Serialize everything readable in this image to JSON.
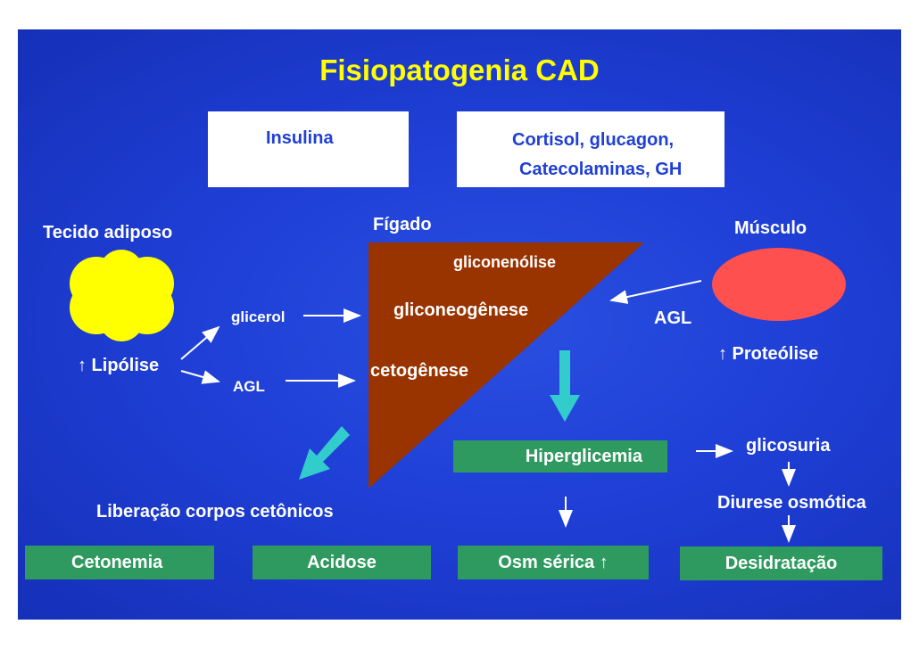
{
  "title": "Fisiopatogenia CAD",
  "hormones": {
    "insulin_label": "Insulina",
    "counter_line1": "Cortisol, glucagon,",
    "counter_line2": "Catecolaminas, GH"
  },
  "organs": {
    "adipose": "Tecido adiposo",
    "liver": "Fígado",
    "muscle": "Músculo"
  },
  "liver_processes": {
    "glycogenolysis": "gliconenólise",
    "gluconeogenesis": "gliconeogênese",
    "ketogenesis": "cetogênese"
  },
  "labels": {
    "glycerol": "glicerol",
    "agl_adipose": "AGL",
    "agl_muscle": "AGL",
    "lipolysis": "↑ Lipólise",
    "proteolysis": "↑ Proteólise",
    "glycosuria": "glicosuria",
    "osmotic_diuresis": "Diurese osmótica",
    "ketone_release": "Liberação corpos cetônicos"
  },
  "outcomes": {
    "hyperglycemia": "Hiperglicemia",
    "ketonemia": "Cetonemia",
    "acidosis": "Acidose",
    "serum_osm": "Osm sérica ↑",
    "dehydration": "Desidratação"
  },
  "colors": {
    "background": "#1f3fd6",
    "title": "#ffff00",
    "adipose": "#ffff00",
    "liver": "#993300",
    "muscle": "#ff5050",
    "arrow_teal": "#33cccc",
    "outcome_box": "#2e9a5f"
  }
}
